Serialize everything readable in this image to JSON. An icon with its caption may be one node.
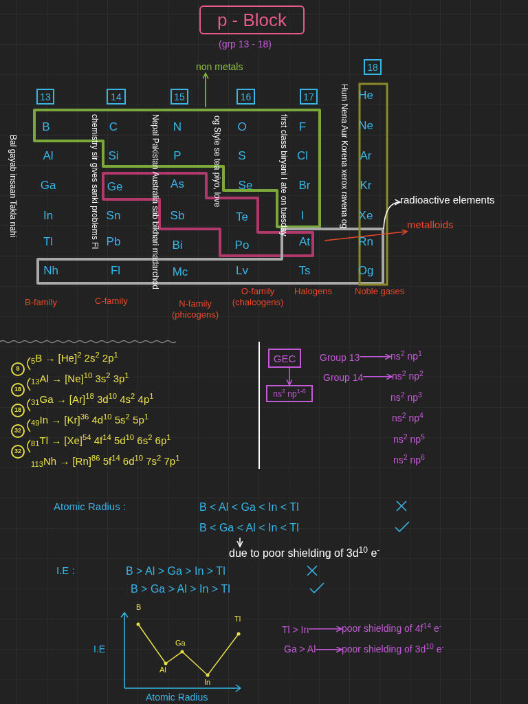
{
  "diagram": {
    "nodes": [
      {
        "text": [
          "p - Block"
        ],
        "beside": [
          "(grp 13 - 18)"
        ]
      },
      {
        "text": [
          "13"
        ]
      },
      {
        "text": [
          "14"
        ]
      },
      {
        "text": [
          "15"
        ]
      },
      {
        "text": [
          "16"
        ]
      },
      {
        "text": [
          "17"
        ]
      },
      {
        "text": [
          "18"
        ]
      },
      {
        "text": [
          "non metals"
        ]
      },
      {
        "text": [
          "radioactive elements"
        ]
      },
      {
        "text": [
          "metalloids"
        ]
      },
      {
        "text": [
          "GEC"
        ]
      },
      {
        "text": [
          "ns$^{2}$ np$^{1-6}$"
        ]
      },
      {
        "text": [
          "Group 13"
        ]
      },
      {
        "text": [
          "ns$^{2}$ np$^{1}$"
        ]
      },
      {
        "text": [
          "Group 14"
        ]
      },
      {
        "text": [
          "ns$^{2}$ np$^{2}$"
        ]
      },
      {
        "text": [
          "due to poor shielding of 3d$^{10}$ e$^{-}$"
        ]
      },
      {
        "text": [
          "Tl > In"
        ]
      },
      {
        "text": [
          "poor shielding of 4f$^{14}$ e$^{-}$"
        ]
      },
      {
        "text": [
          "Ga > Al"
        ]
      },
      {
        "text": [
          "poor shielding of 3d$^{10}$ e$^{-}$"
        ]
      }
    ],
    "edges": [
      {
        "from": null,
        "to": 7,
        "arrow": "to",
        "color": "#8fbf3f"
      },
      {
        "from": null,
        "to": 8,
        "arrow": "to",
        "color": "#ffffff"
      },
      {
        "from": null,
        "to": 9,
        "arrow": "to",
        "color": "#e8482c"
      },
      {
        "from": 10,
        "to": 11,
        "arrow": "to"
      },
      {
        "from": 12,
        "to": 13,
        "arrow": "to"
      },
      {
        "from": 14,
        "to": 15,
        "arrow": "to"
      },
      {
        "from": null,
        "to": 16,
        "arrow": "to",
        "color": "#ffffff"
      },
      {
        "from": 17,
        "to": 18,
        "arrow": "to"
      },
      {
        "from": 19,
        "to": 20,
        "arrow": "to"
      }
    ],
    "labels": [
      "He",
      "B",
      "C",
      "N",
      "O",
      "F",
      "Ne",
      "Al",
      "Si",
      "P",
      "S",
      "Cl",
      "Ar",
      "Ga",
      "Ge",
      "As",
      "Se",
      "Br",
      "Kr",
      "In",
      "Sn",
      "Sb",
      "Te",
      "I",
      "Xe",
      "Tl",
      "Pb",
      "Bi",
      "Po",
      "At",
      "Rn",
      "Nh",
      "Fl",
      "Mc",
      "Lv",
      "Ts",
      "Og",
      "Bal gayab insaan Takla nahi",
      "chemistry sir gives sanki problems Fl",
      "Nepal Pakistan Australia sab bikhari madarchod",
      "og Style se tea piyo, love",
      "first class biryani I ate on tuesday",
      "Hum Nena Aur Korena xerox ravena og",
      "B-family",
      "C-family",
      "N-family (phicogens)",
      "O-family (chalcogens)",
      "Halogens",
      "Noble gases",
      "$_{5}$B → [He]$^{2}$ 2s$^{2}$ 2p$^{1}$",
      "8",
      "$_{13}$Al → [Ne]$^{10}$ 3s$^{2}$ 3p$^{1}$",
      "18",
      "$_{31}$Ga → [Ar]$^{18}$ 3d$^{10}$ 4s$^{2}$ 4p$^{1}$",
      "18",
      "$_{49}$In → [Kr]$^{36}$ 4d$^{10}$ 5s$^{2}$ 5p$^{1}$",
      "32",
      "$_{81}$Tl → [Xe]$^{54}$ 4f$^{14}$ 5d$^{10}$ 6s$^{2}$ 6p$^{1}$",
      "32",
      "$_{113}$Nh → [Rn]$^{86}$ 5f$^{14}$ 6d$^{10}$ 7s$^{2}$ 7p$^{1}$",
      "ns$^{2}$ np$^{3}$",
      "ns$^{2}$ np$^{4}$",
      "ns$^{2}$ np$^{5}$",
      "ns$^{2}$ np$^{6}$",
      "Atomic Radius :",
      "B < Al < Ga < In < Tl",
      "B < Ga < Al < In < Tl",
      "I.E :",
      "B > Al > Ga > In > Tl",
      "B > Ga > Al > In > Tl",
      "B",
      "Tl",
      "Ga",
      "Al",
      "In",
      "I.E",
      "Atomic Radius"
    ]
  }
}
